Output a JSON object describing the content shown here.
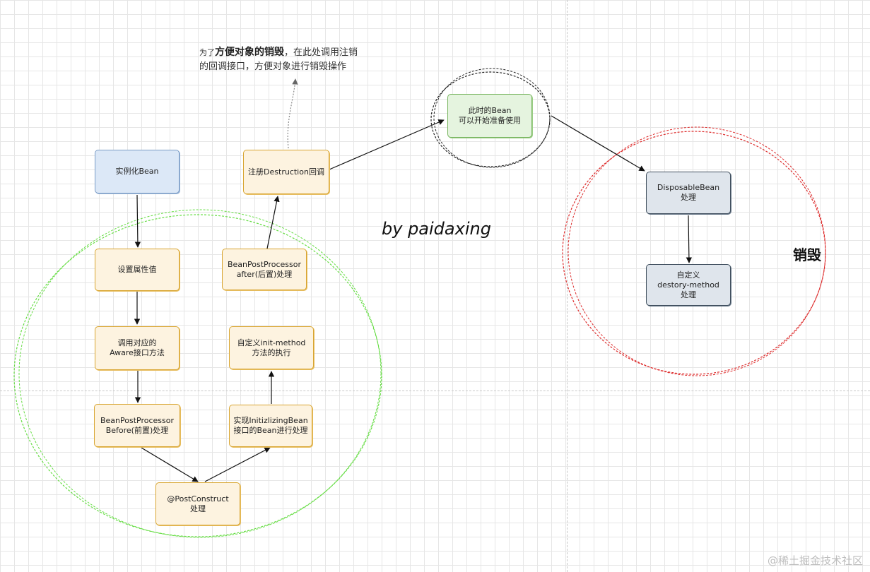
{
  "nodes": {
    "instantiate": "实例化Bean",
    "set_properties": "设置属性值",
    "aware": "调用对应的\nAware接口方法",
    "bpp_before": "BeanPostProcessor\nBefore(前置)处理",
    "post_construct": "@PostConstruct\n处理",
    "initializing_bean": "实现InitizlizingBean\n接口的Bean进行处理",
    "init_method": "自定义init-method\n方法的执行",
    "bpp_after": "BeanPostProcessor\nafter(后置)处理",
    "register_destruction": "注册Destruction回调",
    "ready": "此时的Bean\n可以开始准备使用",
    "disposable_bean": "DisposableBean\n处理",
    "destroy_method": "自定义\ndestory-method\n处理"
  },
  "note": {
    "prefix": "为了",
    "emphasis": "方便对象的销毁",
    "line1_suffix": "，在此处调用注销",
    "line2": "的回调接口，方便对象进行销毁操作"
  },
  "signature": "by paidaxing",
  "destroy_label": "销毁",
  "watermark": "@稀土掘金技术社区",
  "colors": {
    "init_circle": "#66dd44",
    "destroy_circle": "#dd2b2b",
    "ready_circle": "#222222",
    "orange_border": "#d8a531",
    "blue_border": "#7a9cc6",
    "green_border": "#77b55f",
    "slate_border": "#3e4d5c"
  }
}
